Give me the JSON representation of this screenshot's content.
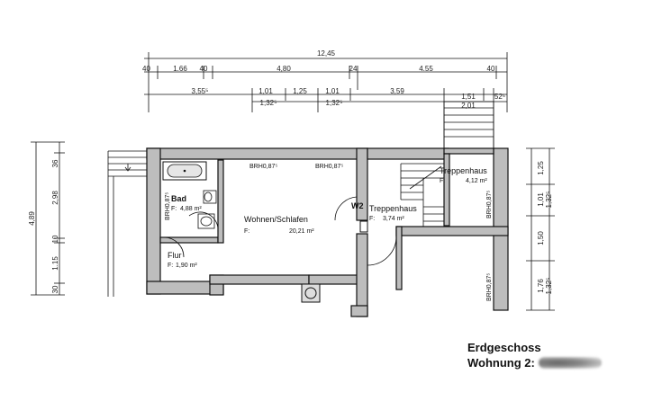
{
  "top_dimensions": {
    "overall": "12,45",
    "row2": [
      "40",
      "1.66",
      "40",
      "4,80",
      "24",
      "4.55",
      "40"
    ],
    "row3": [
      "3,55⁵",
      "1,01",
      "1,25",
      "1,01",
      "3,59",
      "1,51",
      "52⁵"
    ],
    "row3_sub": [
      "1,32⁵",
      "1,32⁵",
      "2,01"
    ]
  },
  "left_dimensions": {
    "overall": "4,89",
    "parts": [
      "36",
      "2,98",
      "10",
      "1.15",
      "30"
    ]
  },
  "right_dimensions": [
    "1,25",
    "1,01",
    "1,32⁵",
    "1,50",
    "1,76",
    "1,32⁵"
  ],
  "rooms": [
    {
      "name": "Bad",
      "area_label": "F:",
      "area": "4,88 m²"
    },
    {
      "name": "Wohnen/Schlafen",
      "area_label": "F:",
      "area": "20,21 m²"
    },
    {
      "name": "Flur",
      "area_label": "F:",
      "area": "1,90 m²"
    },
    {
      "name": "Treppenhaus",
      "area_label": "F:",
      "area": "3,74 m²"
    },
    {
      "name": "Treppenhaus",
      "area_label": "F:",
      "area": "4,12 m²"
    }
  ],
  "window_labels": [
    "BRH0,87⁵",
    "BRH0,87⁵",
    "BRH0,87⁵",
    "BRH0,87⁵",
    "BRH0,87⁵"
  ],
  "unit_marker": "W2",
  "title": {
    "line1": "Erdgeschoss",
    "line2": "Wohnung 2:"
  }
}
